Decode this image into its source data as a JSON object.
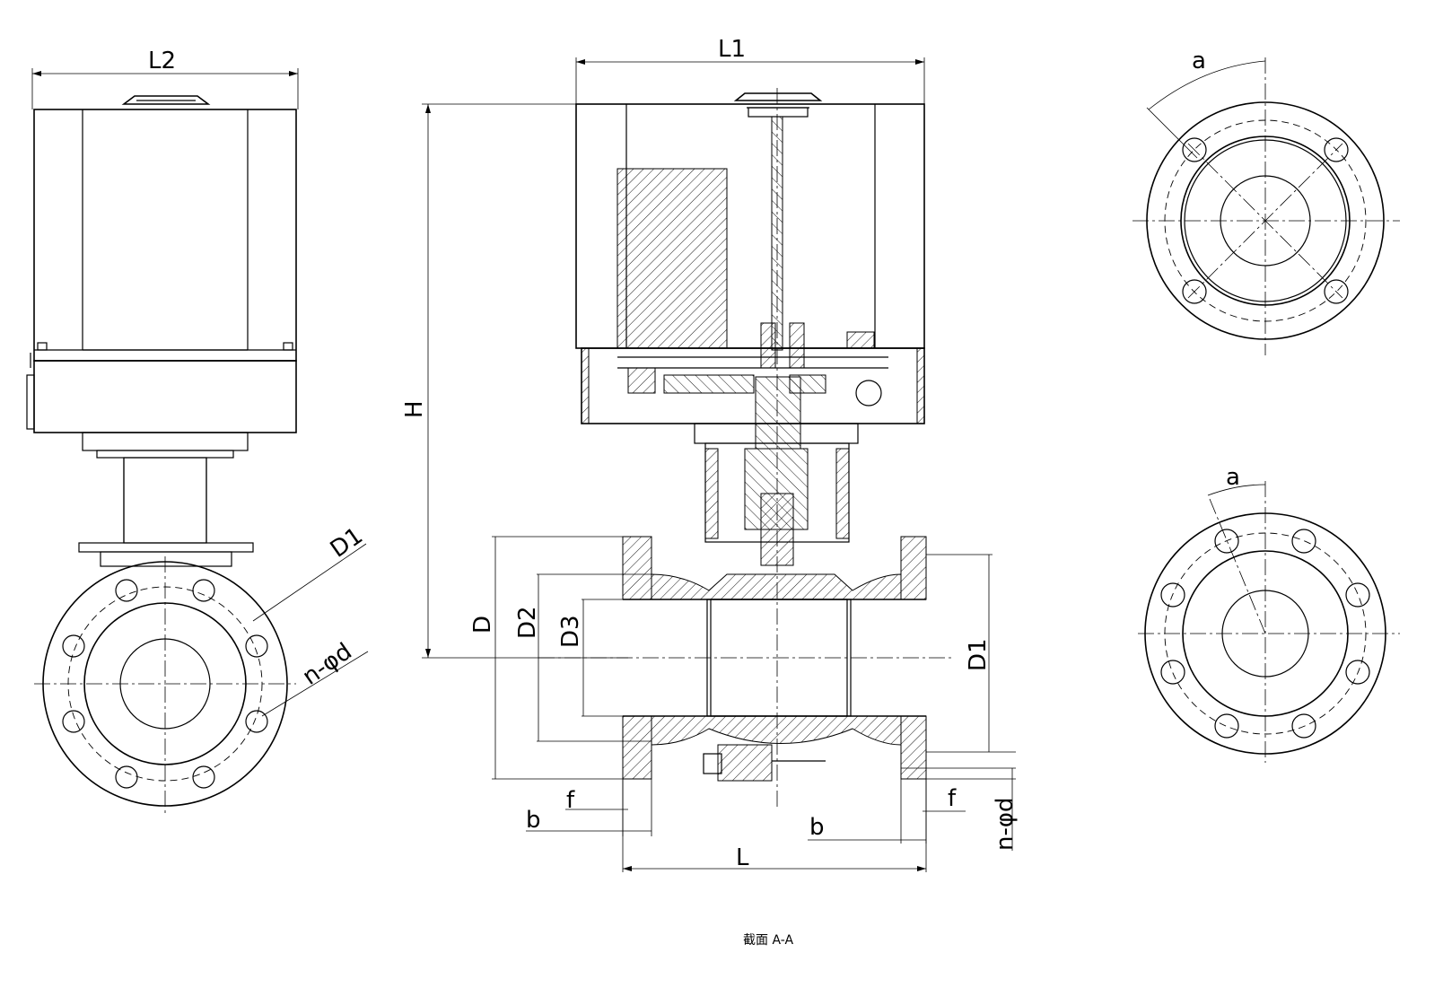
{
  "labels": {
    "l2": "L2",
    "l1": "L1",
    "h": "H",
    "d": "D",
    "d2": "D2",
    "d3": "D3",
    "d1_side": "D1",
    "d1_left": "D1",
    "n_phi_d_left": "n-φd",
    "n_phi_d_right": "n-φd",
    "f_left": "f",
    "f_right": "f",
    "b_left": "b",
    "b_right": "b",
    "l": "L",
    "a_top": "a",
    "a_bottom": "a"
  },
  "caption": "截面  A-A"
}
